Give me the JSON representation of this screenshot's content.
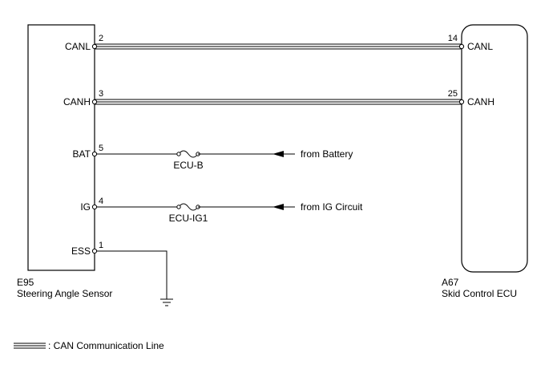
{
  "left_component": {
    "code": "E95",
    "name": "Steering Angle Sensor"
  },
  "right_component": {
    "code": "A67",
    "name": "Skid Control ECU"
  },
  "can_lines": [
    {
      "left_label": "CANL",
      "left_pin": "2",
      "right_pin": "14",
      "right_label": "CANL"
    },
    {
      "left_label": "CANH",
      "left_pin": "3",
      "right_pin": "25",
      "right_label": "CANH"
    }
  ],
  "power_lines": [
    {
      "label": "BAT",
      "pin": "5",
      "fuse": "ECU-B",
      "source": "from Battery"
    },
    {
      "label": "IG",
      "pin": "4",
      "fuse": "ECU-IG1",
      "source": "from IG Circuit"
    }
  ],
  "ground_line": {
    "label": "ESS",
    "pin": "1"
  },
  "legend": {
    "text": ": CAN Communication Line"
  }
}
